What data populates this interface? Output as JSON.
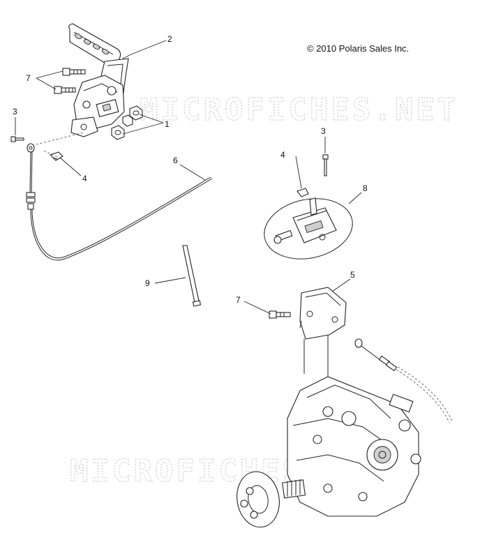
{
  "copyright": "© 2010 Polaris Sales Inc.",
  "watermark": "MICROFICHES.NET",
  "callouts": {
    "c1": "1",
    "c2": "2",
    "c3a": "3",
    "c3b": "3",
    "c4a": "4",
    "c4b": "4",
    "c5": "5",
    "c6": "6",
    "c7a": "7",
    "c7b": "7",
    "c8": "8",
    "c9": "9"
  }
}
